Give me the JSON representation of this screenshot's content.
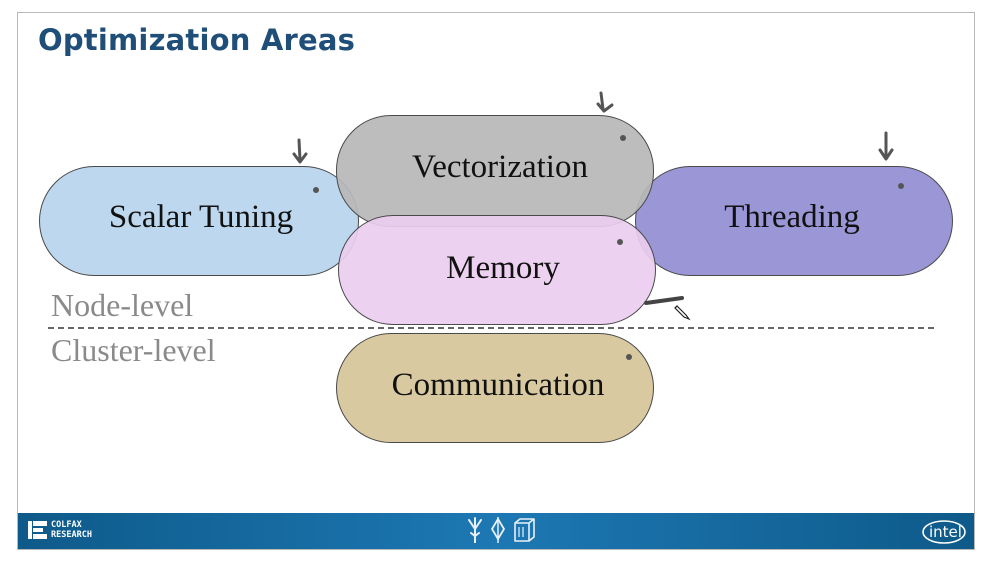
{
  "slide": {
    "title": "Optimization Areas"
  },
  "areas": {
    "scalar_tuning": "Scalar Tuning",
    "vectorization": "Vectorization",
    "threading": "Threading",
    "memory": "Memory",
    "communication": "Communication"
  },
  "levels": {
    "node": "Node-level",
    "cluster": "Cluster-level"
  },
  "footer": {
    "colfax_line1": "COLFAX",
    "colfax_line2": "RESEARCH",
    "intel": "intel"
  },
  "colors": {
    "title": "#1f4e79",
    "scalar_tuning": "#bcd7ee",
    "vectorization": "#bdbdbd",
    "threading": "#9b96d6",
    "memory": "#ebcdef",
    "communication": "#d8c9a0",
    "footer": "#1a6ea8"
  },
  "icons": [
    "arrow-down-icon",
    "pen-cursor-icon",
    "colfax-logo-icon",
    "tree-icon",
    "diamond-icon",
    "cube-icon",
    "intel-logo-icon"
  ]
}
